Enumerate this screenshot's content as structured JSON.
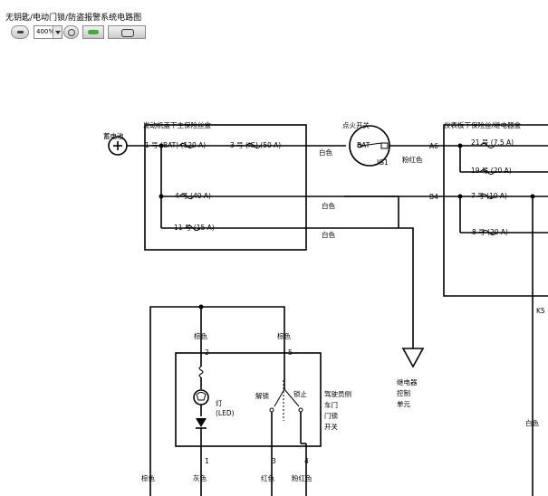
{
  "title": "无钥匙/电动门锁/防盗报警系统电路图",
  "toolbar": {
    "zoom_value": "400%",
    "icons": [
      "zoom-out-icon",
      "zoom-in-icon",
      "fit-icon",
      "print-icon"
    ]
  },
  "diagram": {
    "battery": "蓄电池",
    "engine_fuse_box": "发动机盖下主保险丝盒",
    "fuse_bat": "1 号 (BAT) (120 A)",
    "fuse_ig": "3 号 (IG) (50 A)",
    "fuse_4": "4 号 (40 A)",
    "fuse_11": "11 号 (15 A)",
    "ignition_switch": "点火开关",
    "ign_bat": "BAT",
    "ign_ig1": "IG1",
    "dash_fuse_box": "仪表板下保险丝/继电器盒",
    "fuse_21": "21 号 (7.5 A)",
    "fuse_19": "19 号 (20 A)",
    "fuse_7": "7 号 (10 A)",
    "fuse_8": "8 号 (20 A)",
    "wire_white_1": "白色",
    "wire_white_2": "白色",
    "wire_white_3": "白色",
    "wire_white_4": "白色",
    "wire_pink_red": "粉红色",
    "pin_a6": "A6",
    "pin_b4": "B4",
    "pin_k5": "K5",
    "relay_unit": [
      "继电器",
      "控制",
      "单元"
    ],
    "switch_box": [
      "驾驶员侧",
      "车门",
      "门锁",
      "开关"
    ],
    "lamp_label": [
      "灯",
      "(LED)"
    ],
    "unlock": "解锁",
    "lock": "锁止",
    "wire_brown_top_1": "棕色",
    "wire_brown_top_2": "棕色",
    "wire_brown_bottom": "棕色",
    "wire_gray": "灰色",
    "wire_red": "红色",
    "wire_pink_red_2": "粉红色",
    "pin_2": "2",
    "pin_5": "5",
    "pin_1": "1",
    "pin_3": "3",
    "pin_4": "4"
  }
}
